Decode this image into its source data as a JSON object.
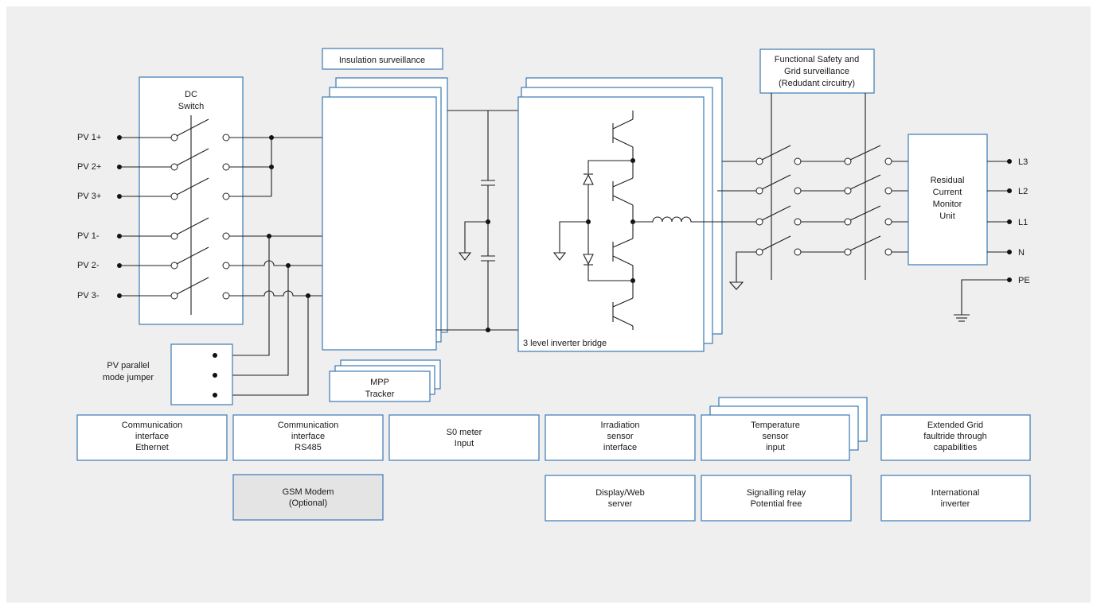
{
  "colors": {
    "canvas": "#efefef",
    "box_border": "#3a78b5",
    "box_fill": "#ffffff",
    "optional_fill": "#e4e4e4",
    "wire": "#1f1f1f"
  },
  "dc_switch": {
    "title_line1": "DC",
    "title_line2": "Switch"
  },
  "pv_inputs": [
    "PV 1+",
    "PV 2+",
    "PV 3+",
    "PV 1-",
    "PV 2-",
    "PV 3-"
  ],
  "jumper": {
    "line1": "PV parallel",
    "line2": "mode jumper"
  },
  "insulation": {
    "label": "Insulation surveillance"
  },
  "mpp": {
    "line1": "MPP",
    "line2": "Tracker"
  },
  "inverter": {
    "label": "3 level inverter bridge"
  },
  "functional_safety": {
    "line1": "Functional Safety and",
    "line2": "Grid surveillance",
    "line3": "(Redudant circuitry)"
  },
  "rcmu": {
    "line1": "Residual",
    "line2": "Current",
    "line3": "Monitor",
    "line4": "Unit"
  },
  "outputs": [
    "L3",
    "L2",
    "L1",
    "N",
    "PE"
  ],
  "features": {
    "eth": [
      "Communication",
      "interface",
      "Ethernet"
    ],
    "rs485": [
      "Communication",
      "interface",
      "RS485"
    ],
    "s0": [
      "S0 meter",
      "Input"
    ],
    "irr": [
      "Irradiation",
      "sensor",
      "interface"
    ],
    "temp": [
      "Temperature",
      "sensor",
      "input"
    ],
    "grid": [
      "Extended Grid",
      "faultride through",
      "capabilities"
    ],
    "gsm": [
      "GSM Modem",
      "(Optional)"
    ],
    "display": [
      "Display/Web",
      "server"
    ],
    "relay": [
      "Signalling relay",
      "Potential free"
    ],
    "intl": [
      "International",
      "inverter"
    ]
  }
}
